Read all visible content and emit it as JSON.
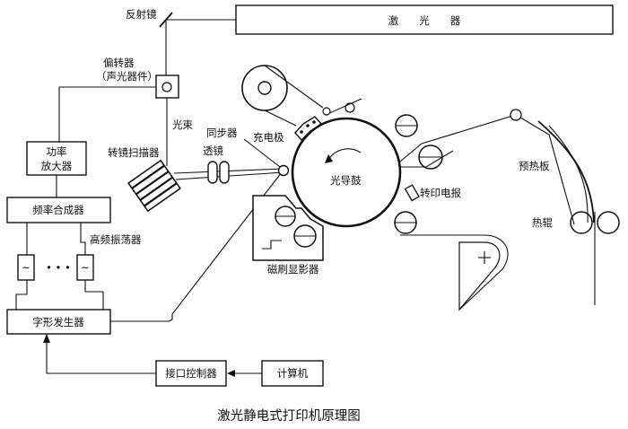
{
  "labels": {
    "laser": "激　　光　　器",
    "mirror": "反射镜",
    "deflector_line1": "偏转器",
    "deflector_line2": "（声光器件）",
    "beam": "光束",
    "amplifier_line1": "功率",
    "amplifier_line2": "放大器",
    "scanner": "转镜扫描器",
    "lens": "透镜",
    "sync": "同步器",
    "charger": "充电极",
    "drum": "光导鼓",
    "freq_synth": "频率合成器",
    "hf_osc": "高频振荡器",
    "ellipsis": "• • •",
    "developer": "磁刷显影器",
    "transfer": "转印电报",
    "preheat": "预热板",
    "heat_roller": "热辊",
    "char_gen": "字形发生器",
    "interface": "接口控制器",
    "computer": "计算机",
    "osc_symbol": "~"
  },
  "caption": "激光静电式打印机原理图"
}
